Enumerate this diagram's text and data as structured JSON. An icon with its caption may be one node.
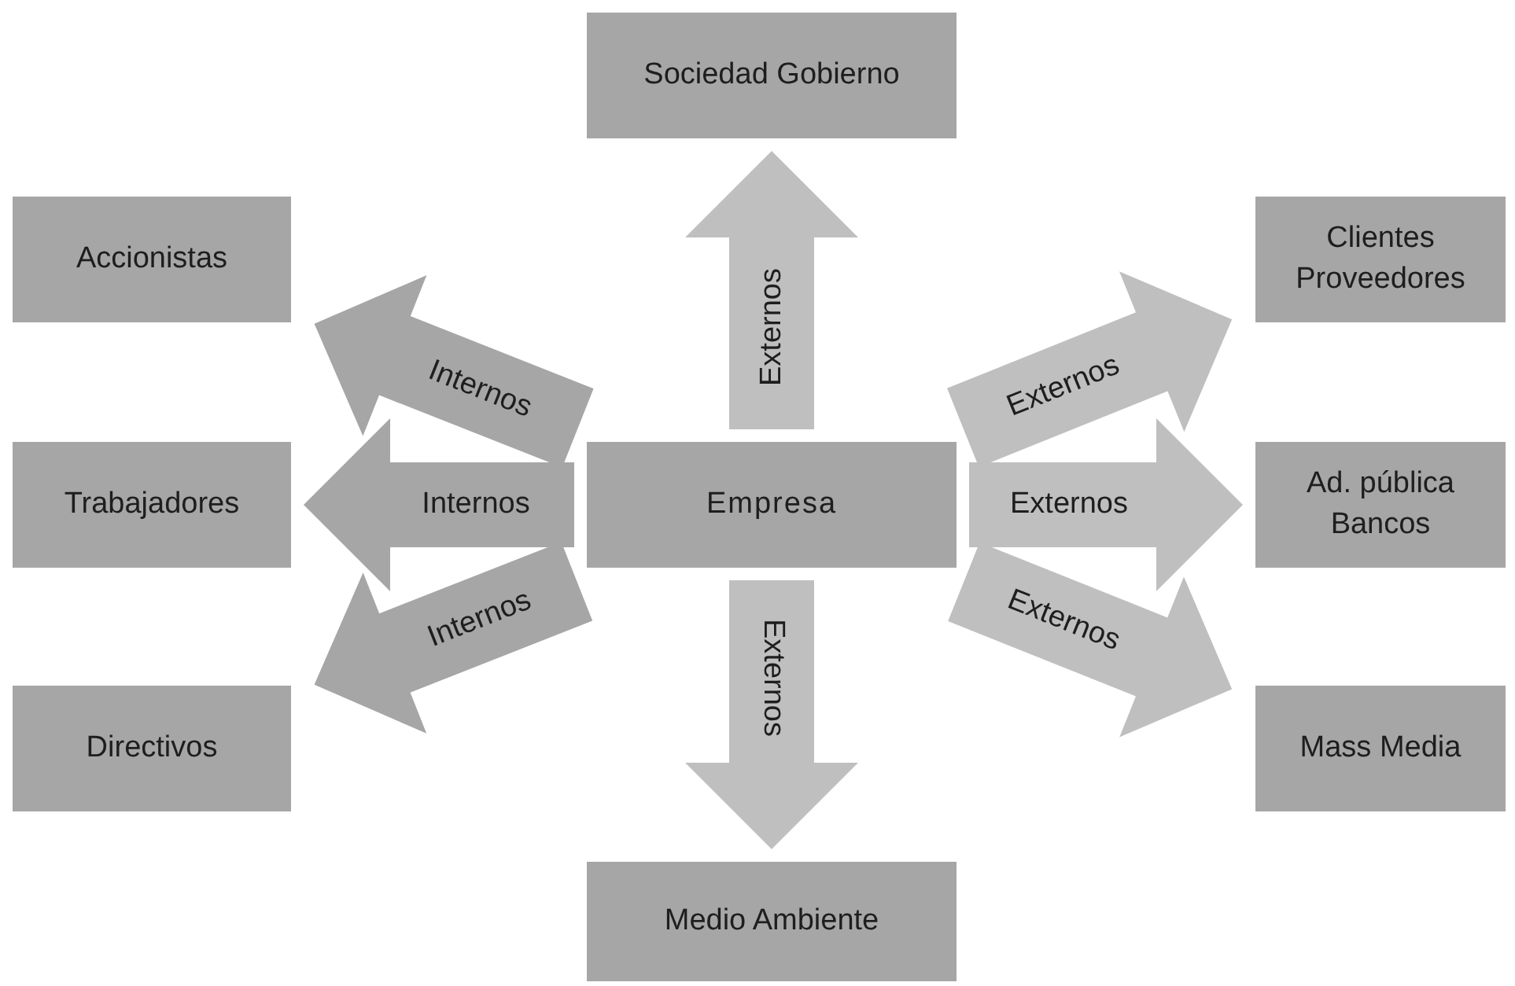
{
  "diagram": {
    "nodes": [
      {
        "text": [
          "Sociedad Gobierno"
        ]
      },
      {
        "text": [
          "Accionistas"
        ]
      },
      {
        "text": [
          "Clientes Proveedores"
        ]
      },
      {
        "text": [
          "Trabajadores"
        ]
      },
      {
        "text": [
          "Empresa"
        ]
      },
      {
        "text": [
          "Ad. pública Bancos"
        ]
      },
      {
        "text": [
          "Directivos"
        ]
      },
      {
        "text": [
          "Mass Media"
        ]
      },
      {
        "text": [
          "Medio Ambiente"
        ]
      }
    ],
    "edges": [
      {
        "from": 4,
        "to": 0,
        "arrow": "to",
        "label": "Externos"
      },
      {
        "from": 4,
        "to": 1,
        "arrow": "to",
        "label": "Internos",
        "color": "#a6a6a6"
      },
      {
        "from": 4,
        "to": 2,
        "arrow": "to",
        "label": "Externos"
      },
      {
        "from": 4,
        "to": 3,
        "arrow": "to",
        "label": "Internos",
        "color": "#a6a6a6"
      },
      {
        "from": 4,
        "to": 5,
        "arrow": "to",
        "label": "Externos"
      },
      {
        "from": 4,
        "to": 6,
        "arrow": "to",
        "label": "Internos",
        "color": "#a6a6a6"
      },
      {
        "from": 4,
        "to": 7,
        "arrow": "to",
        "label": "Externos"
      },
      {
        "from": 4,
        "to": 8,
        "arrow": "to",
        "label": "Externos"
      }
    ]
  }
}
